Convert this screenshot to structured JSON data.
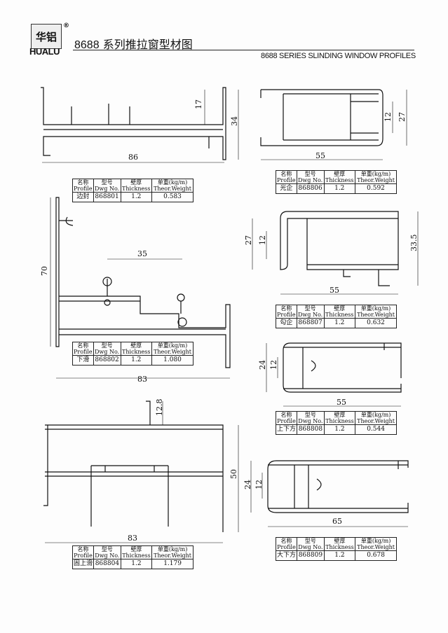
{
  "header": {
    "logo_text": "华铝",
    "registered": "®",
    "brand": "HUALU",
    "title_num": "8688",
    "title_cn": "系列推拉窗型材图",
    "subtitle": "8688 SERIES SLINDING WINDOW PROFILES"
  },
  "table_headers": {
    "name_cn": "名称",
    "name_en": "Profile",
    "dwg_cn": "型号",
    "dwg_en": "Dwg No.",
    "thick_cn": "壁厚",
    "thick_en": "Thickness",
    "weight_cn": "单重(kg/m)",
    "weight_en": "Theor.Weight"
  },
  "profiles": [
    {
      "name": "边封",
      "dwg": "868801",
      "thickness": "1.2",
      "weight": "0.583",
      "dims": [
        "17",
        "34",
        "86"
      ]
    },
    {
      "name": "光企",
      "dwg": "868806",
      "thickness": "1.2",
      "weight": "0.592",
      "dims": [
        "12",
        "27",
        "55"
      ]
    },
    {
      "name": "下滑",
      "dwg": "868802",
      "thickness": "1.2",
      "weight": "1.080",
      "dims": [
        "70",
        "35",
        "83"
      ]
    },
    {
      "name": "勾企",
      "dwg": "868807",
      "thickness": "1.2",
      "weight": "0.632",
      "dims": [
        "27",
        "12",
        "33.5",
        "55"
      ]
    },
    {
      "name": "上下方",
      "dwg": "868808",
      "thickness": "1.2",
      "weight": "0.544",
      "dims": [
        "24",
        "12",
        "55"
      ]
    },
    {
      "name": "固上滑",
      "dwg": "868804",
      "thickness": "1.2",
      "weight": "1.179",
      "dims": [
        "12.8",
        "50",
        "83"
      ]
    },
    {
      "name": "大下方",
      "dwg": "868809",
      "thickness": "1.2",
      "weight": "0.678",
      "dims": [
        "24",
        "12",
        "65"
      ]
    }
  ]
}
